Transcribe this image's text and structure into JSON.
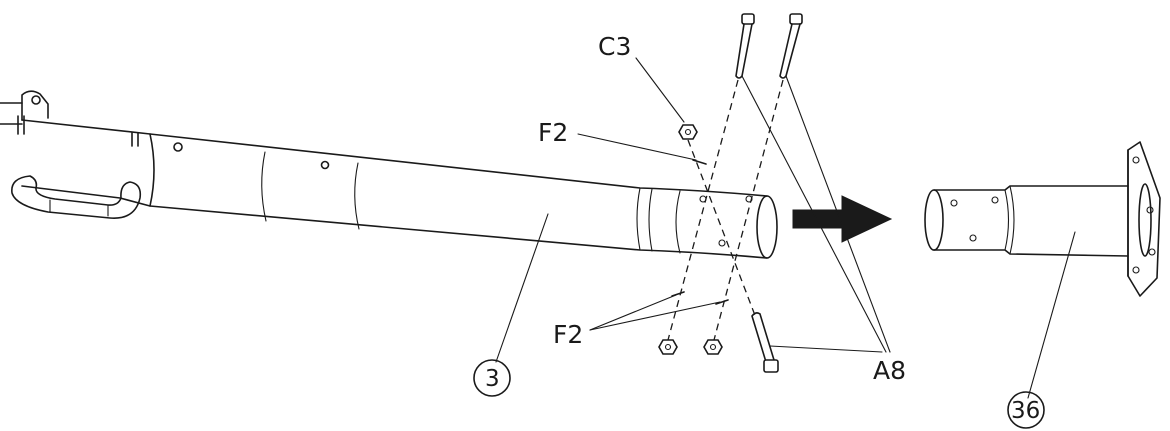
{
  "labels": {
    "part_3": "3",
    "part_36": "36",
    "c3": "C3",
    "f2_top": "F2",
    "f2_bottom": "F2",
    "a8": "A8"
  },
  "colors": {
    "ink": "#1a1a1a",
    "background": "#ffffff"
  },
  "icons": {
    "direction_arrow": "arrow-right-icon"
  }
}
